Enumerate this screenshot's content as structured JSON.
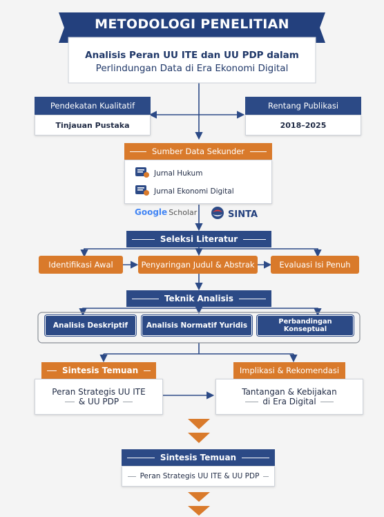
{
  "header": {
    "title": "METODOLOGI PENELITIAN",
    "subtitle_line1": "Analisis Peran UU ITE dan UU PDP dalam",
    "subtitle_line2": "Perlindungan Data di Era Ekonomi Digital"
  },
  "approach": {
    "label": "Pendekatan Kualitatif",
    "value": "Tinjauan Pustaka"
  },
  "publication": {
    "label": "Rentang Publikasi",
    "value": "2018–2025"
  },
  "sources": {
    "label": "Sumber Data Sekunder",
    "items": [
      {
        "label": "Jurnal Hukum",
        "icon": "document-badge-icon"
      },
      {
        "label": "Jurnal Ekonomi Digital",
        "icon": "document-badge-icon"
      }
    ],
    "databases": {
      "google": "Google",
      "scholar": "Scholar",
      "sinta": "SINTA"
    }
  },
  "selection": {
    "label": "Seleksi Literatur",
    "steps": [
      "Identifikasi Awal",
      "Penyaringan Judul & Abstrak",
      "Evaluasi Isi Penuh"
    ]
  },
  "analysis": {
    "label": "Teknik Analisis",
    "methods": [
      "Analisis Deskriptif",
      "Analisis Normatif Yuridis",
      "Perbandingan Konseptual"
    ]
  },
  "synthesis": {
    "label": "Sintesis Temuan",
    "value_line1": "Peran Strategis UU ITE",
    "value_line2": "& UU PDP"
  },
  "implications": {
    "label": "Implikasi & Rekomendasi",
    "value_line1": "Tantangan & Kebijakan",
    "value_line2": "di Era Digital"
  },
  "final": {
    "label": "Sintesis Temuan",
    "value": "Peran Strategis UU ITE & UU PDP"
  },
  "colors": {
    "navy": "#2c4a86",
    "orange": "#d97a2b",
    "background": "#f4f4f4"
  }
}
